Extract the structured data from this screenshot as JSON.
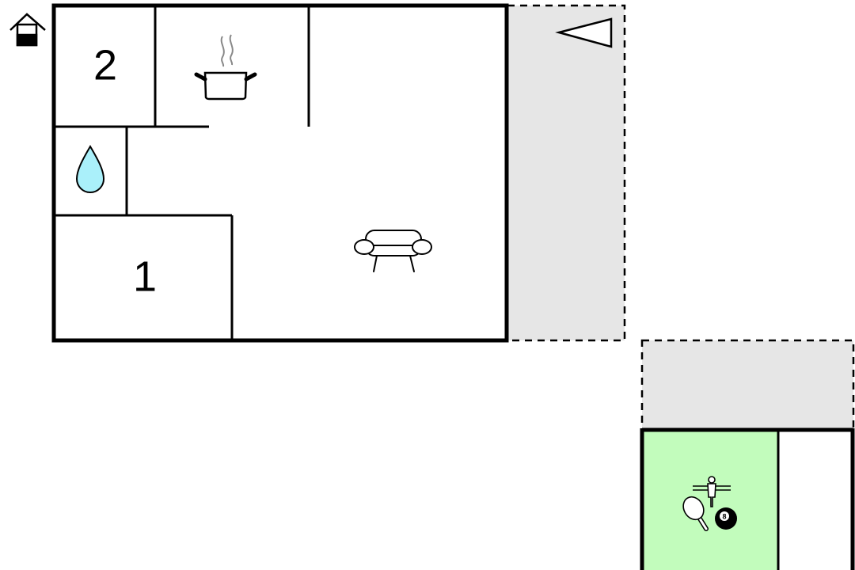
{
  "floorplan": {
    "rooms": [
      {
        "label": "2",
        "kind": "bedroom"
      },
      {
        "label": "1",
        "kind": "bedroom"
      }
    ],
    "icons": [
      "entrance-icon",
      "kitchen-pot-icon",
      "bathroom-water-drop-icon",
      "living-room-sofa-icon",
      "direction-triangle-icon",
      "table-football-icon",
      "table-tennis-paddle-icon",
      "billiard-ball-icon"
    ],
    "billiard_ball_number": "8",
    "colors": {
      "wall": "#000000",
      "terrace_fill": "#e6e6e6",
      "activity_room_fill": "#c2fcbc",
      "water_drop": "#aaf0fa"
    }
  }
}
